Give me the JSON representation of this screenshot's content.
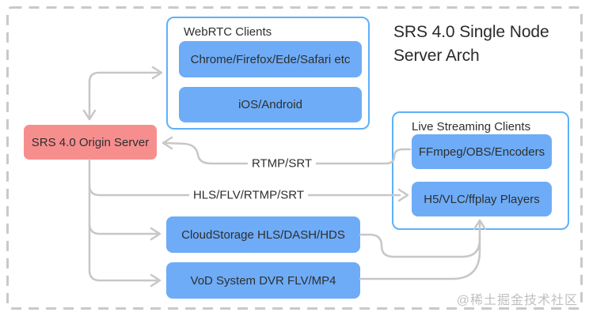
{
  "title": {
    "line1": "SRS 4.0 Single Node",
    "line2": "Server Arch"
  },
  "groups": {
    "webrtc": {
      "label": "WebRTC Clients",
      "items": [
        "Chrome/Firefox/Ede/Safari etc",
        "iOS/Android"
      ]
    },
    "live": {
      "label": "Live Streaming Clients",
      "items": [
        "FFmpeg/OBS/Encoders",
        "H5/VLC/ffplay Players"
      ]
    }
  },
  "nodes": {
    "origin": "SRS 4.0 Origin Server",
    "cloud_storage": "CloudStorage HLS/DASH/HDS",
    "vod": "VoD System DVR FLV/MP4"
  },
  "edge_labels": {
    "rtmp": "RTMP/SRT",
    "hls": "HLS/FLV/RTMP/SRT"
  },
  "watermark": "@稀土掘金技术社区",
  "colors": {
    "node_blue": "#6eacf7",
    "node_red": "#f78e8e",
    "group_border": "#5eb1f8",
    "arrow_gray": "#c7c7c7",
    "text_dark": "#2e2e2e",
    "frame_dash_gray": "#c9c9c9",
    "watermark_gray": "#bfbfbf"
  }
}
